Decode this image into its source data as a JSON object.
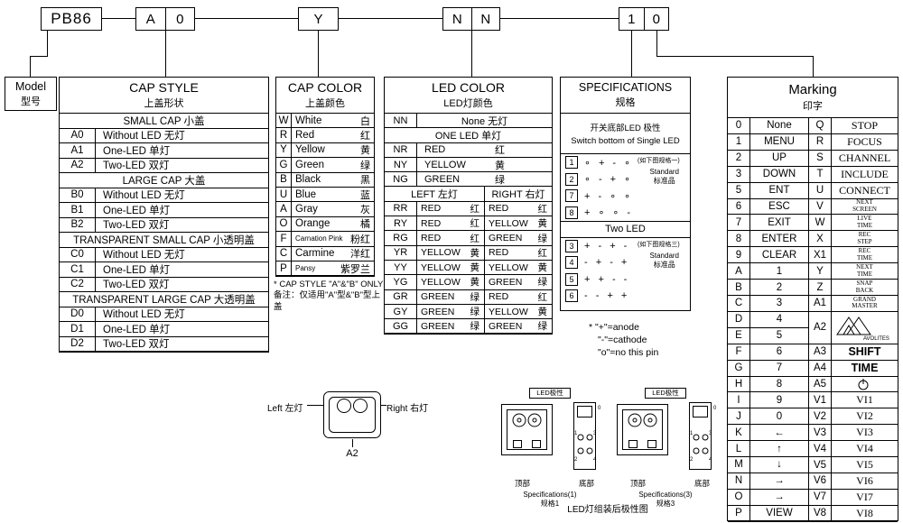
{
  "colors": {
    "background": "#ffffff",
    "line": "#000000"
  },
  "code": {
    "model": "PB86",
    "cap_style": [
      "A",
      "0"
    ],
    "cap_color": "Y",
    "led_color": [
      "N",
      "N"
    ],
    "spec_marking": [
      "1",
      "0"
    ]
  },
  "model_box": {
    "title": "Model",
    "subtitle": "型号"
  },
  "cap_style": {
    "title": "CAP STYLE",
    "subtitle": "上盖形状",
    "rows": [
      {
        "cls": "section",
        "s": "SMALL CAP 小盖"
      },
      {
        "c": "A0",
        "d": "Without LED 无灯"
      },
      {
        "c": "A1",
        "d": "One-LED 单灯"
      },
      {
        "c": "A2",
        "d": "Two-LED 双灯"
      },
      {
        "cls": "section",
        "s": "LARGE CAP 大盖"
      },
      {
        "c": "B0",
        "d": "Without LED 无灯"
      },
      {
        "c": "B1",
        "d": "One-LED 单灯"
      },
      {
        "c": "B2",
        "d": "Two-LED 双灯"
      },
      {
        "cls": "section",
        "s": "TRANSPARENT SMALL CAP 小透明盖"
      },
      {
        "c": "C0",
        "d": "Without LED 无灯"
      },
      {
        "c": "C1",
        "d": "One-LED 单灯"
      },
      {
        "c": "C2",
        "d": "Two-LED 双灯"
      },
      {
        "cls": "section",
        "s": "TRANSPARENT LARGE CAP 大透明盖"
      },
      {
        "c": "D0",
        "d": "Without LED 无灯"
      },
      {
        "c": "D1",
        "d": "One-LED 单灯"
      },
      {
        "c": "D2",
        "d": "Two-LED 双灯"
      }
    ]
  },
  "cap_color": {
    "title": "CAP COLOR",
    "subtitle": "上盖颜色",
    "rows": [
      {
        "c": "W",
        "n": "White",
        "z": "白"
      },
      {
        "c": "R",
        "n": "Red",
        "z": "红"
      },
      {
        "c": "Y",
        "n": "Yellow",
        "z": "黄"
      },
      {
        "c": "G",
        "n": "Green",
        "z": "绿"
      },
      {
        "c": "B",
        "n": "Black",
        "z": "黑"
      },
      {
        "c": "U",
        "n": "Blue",
        "z": "蓝"
      },
      {
        "c": "A",
        "n": "Gray",
        "z": "灰"
      },
      {
        "c": "O",
        "n": "Orange",
        "z": "橘"
      },
      {
        "c": "F",
        "n": "Carnation Pink",
        "z": "粉红",
        "cls": "small"
      },
      {
        "c": "C",
        "n": "Carmine",
        "z": "洋红"
      },
      {
        "c": "P",
        "n": "Pansy",
        "z": "紫罗兰",
        "cls": "small"
      }
    ],
    "note1": "* CAP STYLE \"A\"&\"B\" ONLY",
    "note2": "备注：仅适用\"A\"型&\"B\"型上盖"
  },
  "led_color": {
    "title": "LED COLOR",
    "subtitle": "LED灯颜色",
    "none_code": "NN",
    "none_desc": "None 无灯",
    "one_header": "ONE LED 单灯",
    "one_rows": [
      {
        "c": "NR",
        "n": "RED",
        "z": "红"
      },
      {
        "c": "NY",
        "n": "YELLOW",
        "z": "黄"
      },
      {
        "c": "NG",
        "n": "GREEN",
        "z": "绿"
      }
    ],
    "left_header": "LEFT 左灯",
    "right_header": "RIGHT 右灯",
    "two_rows": [
      {
        "c": "RR",
        "ln": "RED",
        "lz": "红",
        "rn": "RED",
        "rz": "红"
      },
      {
        "c": "RY",
        "ln": "RED",
        "lz": "红",
        "rn": "YELLOW",
        "rz": "黄"
      },
      {
        "c": "RG",
        "ln": "RED",
        "lz": "红",
        "rn": "GREEN",
        "rz": "绿"
      },
      {
        "c": "YR",
        "ln": "YELLOW",
        "lz": "黄",
        "rn": "RED",
        "rz": "红"
      },
      {
        "c": "YY",
        "ln": "YELLOW",
        "lz": "黄",
        "rn": "YELLOW",
        "rz": "黄"
      },
      {
        "c": "YG",
        "ln": "YELLOW",
        "lz": "黄",
        "rn": "GREEN",
        "rz": "绿"
      },
      {
        "c": "GR",
        "ln": "GREEN",
        "lz": "绿",
        "rn": "RED",
        "rz": "红"
      },
      {
        "c": "GY",
        "ln": "GREEN",
        "lz": "绿",
        "rn": "YELLOW",
        "rz": "黄"
      },
      {
        "c": "GG",
        "ln": "GREEN",
        "lz": "绿",
        "rn": "GREEN",
        "rz": "绿"
      }
    ]
  },
  "specifications": {
    "title": "SPECIFICATIONS",
    "subtitle": "规格",
    "desc1": "开关底部LED 极性",
    "desc2": "Switch bottom of Single LED",
    "single_rows": [
      {
        "n": "1",
        "p": "∘ + - ∘"
      },
      {
        "n": "2",
        "p": "∘ - + ∘"
      },
      {
        "n": "7",
        "p": "+ - ∘ ∘"
      },
      {
        "n": "8",
        "p": "+ ∘ ∘ -"
      }
    ],
    "annot1": "(如下图规格一)",
    "standard1": "Standard\n标准品",
    "two_led_label": "Two LED",
    "two_rows": [
      {
        "n": "3",
        "p": "+ - + -"
      },
      {
        "n": "4",
        "p": "- + - +"
      },
      {
        "n": "5",
        "p": "+ + - -"
      },
      {
        "n": "6",
        "p": "- - + +"
      }
    ],
    "annot3": "(如下图规格三)",
    "standard3": "Standard\n标准品",
    "note1": "* \"+\"=anode",
    "note2": "\"-\"=cathode",
    "note3": "\"o\"=no this pin"
  },
  "marking": {
    "title": "Marking",
    "subtitle": "印字",
    "left_rows": [
      {
        "c": "0",
        "l": "None"
      },
      {
        "c": "1",
        "l": "MENU"
      },
      {
        "c": "2",
        "l": "UP"
      },
      {
        "c": "3",
        "l": "DOWN"
      },
      {
        "c": "5",
        "l": "ENT"
      },
      {
        "c": "6",
        "l": "ESC"
      },
      {
        "c": "7",
        "l": "EXIT"
      },
      {
        "c": "8",
        "l": "ENTER"
      },
      {
        "c": "9",
        "l": "CLEAR"
      },
      {
        "c": "A",
        "l": "1"
      },
      {
        "c": "B",
        "l": "2"
      },
      {
        "c": "C",
        "l": "3"
      },
      {
        "c": "D",
        "l": "4"
      },
      {
        "c": "E",
        "l": "5"
      },
      {
        "c": "F",
        "l": "6"
      },
      {
        "c": "G",
        "l": "7"
      },
      {
        "c": "H",
        "l": "8"
      },
      {
        "c": "I",
        "l": "9"
      },
      {
        "c": "J",
        "l": "0"
      },
      {
        "c": "K",
        "l": "←"
      },
      {
        "c": "L",
        "l": "↑"
      },
      {
        "c": "M",
        "l": "↓"
      },
      {
        "c": "N",
        "l": "→"
      },
      {
        "c": "O",
        "l": "→"
      },
      {
        "c": "P",
        "l": "VIEW"
      }
    ],
    "right_rows": [
      {
        "c": "Q",
        "l": "STOP"
      },
      {
        "c": "R",
        "l": "FOCUS"
      },
      {
        "c": "S",
        "l": "CHANNEL"
      },
      {
        "c": "T",
        "l": "INCLUDE"
      },
      {
        "c": "U",
        "l": "CONNECT"
      },
      {
        "c": "V",
        "l": "NEXT\nSCREEN",
        "cls": "sm"
      },
      {
        "c": "W",
        "l": "LIVE\nTIME",
        "cls": "sm"
      },
      {
        "c": "X",
        "l": "REC\nSTEP",
        "cls": "sm"
      },
      {
        "c": "X1",
        "l": "REC\nTIME",
        "cls": "sm"
      },
      {
        "c": "Y",
        "l": "NEXT\nTIME",
        "cls": "sm"
      },
      {
        "c": "Z",
        "l": "SNAP\nBACK",
        "cls": "sm"
      },
      {
        "c": "A1",
        "l": "GRAND\nMASTER",
        "cls": "sm"
      },
      {
        "c": "A2",
        "l": "",
        "cls": "tall"
      },
      {
        "c": "A3",
        "l": "SHIFT",
        "cls": "bold"
      },
      {
        "c": "A4",
        "l": "TIME",
        "cls": "bold"
      },
      {
        "c": "A5",
        "l": ""
      },
      {
        "c": "V1",
        "l": "VI1"
      },
      {
        "c": "V2",
        "l": "VI2"
      },
      {
        "c": "V3",
        "l": "VI3"
      },
      {
        "c": "V4",
        "l": "VI4"
      },
      {
        "c": "V5",
        "l": "VI5"
      },
      {
        "c": "V6",
        "l": "VI6"
      },
      {
        "c": "V7",
        "l": "VI7"
      },
      {
        "c": "V8",
        "l": "VI8"
      }
    ],
    "logo_text": "AVOLITES"
  },
  "cap_diagram": {
    "left_label": "Left 左灯",
    "right_label": "Right 右灯",
    "caption": "A2"
  },
  "polarity": {
    "header": "LED极性",
    "top_label": "顶部",
    "bottom_label": "底部",
    "d1_caption1": "Specifications(1)",
    "d1_caption2": "规格1",
    "d3_caption1": "Specifications(3)",
    "d3_caption2": "规格3",
    "caption": "LED灯组装后极性图",
    "p0": "0",
    "p1": "1",
    "p2": "2",
    "p3": "3",
    "p4": "4"
  }
}
